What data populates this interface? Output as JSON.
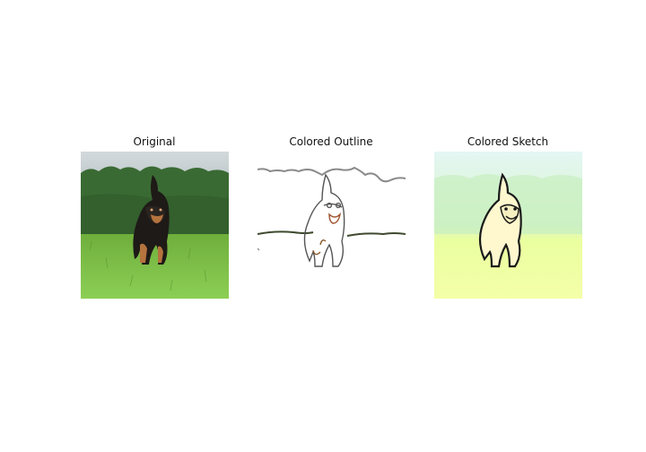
{
  "panels": [
    {
      "title": "Original"
    },
    {
      "title": "Colored Outline"
    },
    {
      "title": "Colored Sketch"
    }
  ],
  "colors": {
    "background": "#ffffff",
    "sky": "#c9d3d9",
    "trees": "#3f6b35",
    "grass": "#7fbf4a",
    "dog_dark": "#1e1a17",
    "dog_tan": "#b5733e",
    "sketch_bg_top": "#dff3ef",
    "sketch_bg_bottom": "#f2ff9a",
    "sketch_dog": "#fff8cf",
    "outline_line": "#222222"
  }
}
